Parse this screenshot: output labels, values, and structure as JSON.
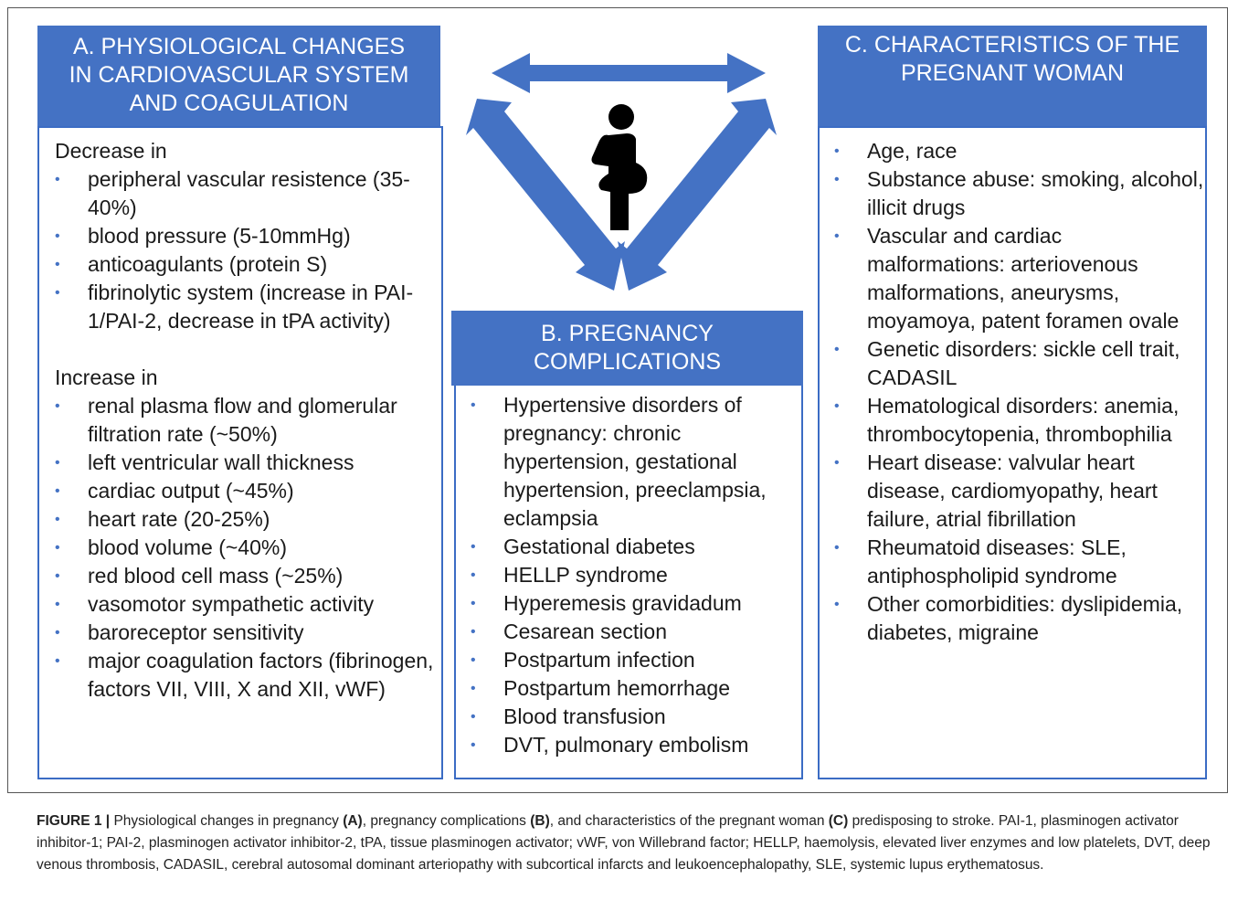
{
  "panel_a": {
    "title_lines": [
      "A. PHYSIOLOGICAL CHANGES",
      "IN CARDIOVASCULAR SYSTEM",
      "AND COAGULATION"
    ],
    "decrease_heading": "Decrease in",
    "decrease_items": [
      "peripheral vascular resistence (35-40%)",
      "blood pressure (5-10mmHg)",
      "anticoagulants (protein S)",
      "fibrinolytic system (increase in PAI-1/PAI-2, decrease in tPA activity)"
    ],
    "increase_heading": "Increase in",
    "increase_items": [
      "renal plasma flow and glomerular filtration rate (~50%)",
      "left ventricular wall thickness",
      "cardiac output (~45%)",
      "heart rate (20-25%)",
      "blood volume (~40%)",
      "red blood cell mass (~25%)",
      "vasomotor sympathetic activity",
      "baroreceptor sensitivity",
      "major coagulation factors (fibrinogen, factors VII, VIII, X and XII, vWF)"
    ]
  },
  "panel_b": {
    "title_lines": [
      "B. PREGNANCY",
      "COMPLICATIONS"
    ],
    "items": [
      "Hypertensive disorders of pregnancy: chronic hypertension, gestational hypertension, preeclampsia, eclampsia",
      "Gestational diabetes",
      "HELLP syndrome",
      "Hyperemesis gravidadum",
      "Cesarean section",
      "Postpartum infection",
      "Postpartum hemorrhage",
      "Blood transfusion",
      "DVT, pulmonary embolism"
    ]
  },
  "panel_c": {
    "title_lines": [
      "C. CHARACTERISTICS OF THE",
      "PREGNANT WOMAN"
    ],
    "items": [
      "Age, race",
      "Substance abuse: smoking, alcohol, illicit drugs",
      "Vascular and cardiac malformations: arteriovenous malformations, aneurysms, moyamoya, patent foramen ovale",
      "Genetic disorders: sickle cell trait, CADASIL",
      "Hematological disorders: anemia, thrombocytopenia, thrombophilia",
      "Heart disease: valvular heart disease, cardiomyopathy, heart failure, atrial fibrillation",
      "Rheumatoid diseases: SLE, antiphospholipid syndrome",
      "Other comorbidities: dyslipidemia, diabetes, migraine"
    ]
  },
  "colors": {
    "header_fill": "#4472c4",
    "border": "#3b6cc4",
    "arrow": "#4472c4",
    "bullet": "#4472c4"
  },
  "icons": {
    "center": "pregnant-woman-icon",
    "arrows": "double-headed-arrow-triangle"
  },
  "caption": {
    "label": "FIGURE 1 |",
    "parts": [
      {
        "t": " Physiological changes in pregnancy ",
        "b": false
      },
      {
        "t": "(A)",
        "b": true
      },
      {
        "t": ", pregnancy complications ",
        "b": false
      },
      {
        "t": "(B)",
        "b": true
      },
      {
        "t": ", and characteristics of the pregnant woman ",
        "b": false
      },
      {
        "t": "(C)",
        "b": true
      },
      {
        "t": " predisposing to stroke. PAI-1, plasminogen activator inhibitor-1; PAI-2, plasminogen activator inhibitor-2, tPA, tissue plasminogen activator; vWF, von Willebrand factor; HELLP, haemolysis, elevated liver enzymes and low platelets, DVT, deep venous thrombosis, CADASIL, cerebral autosomal dominant arteriopathy with subcortical infarcts and leukoencephalopathy, SLE, systemic lupus erythematosus.",
        "b": false
      }
    ]
  }
}
